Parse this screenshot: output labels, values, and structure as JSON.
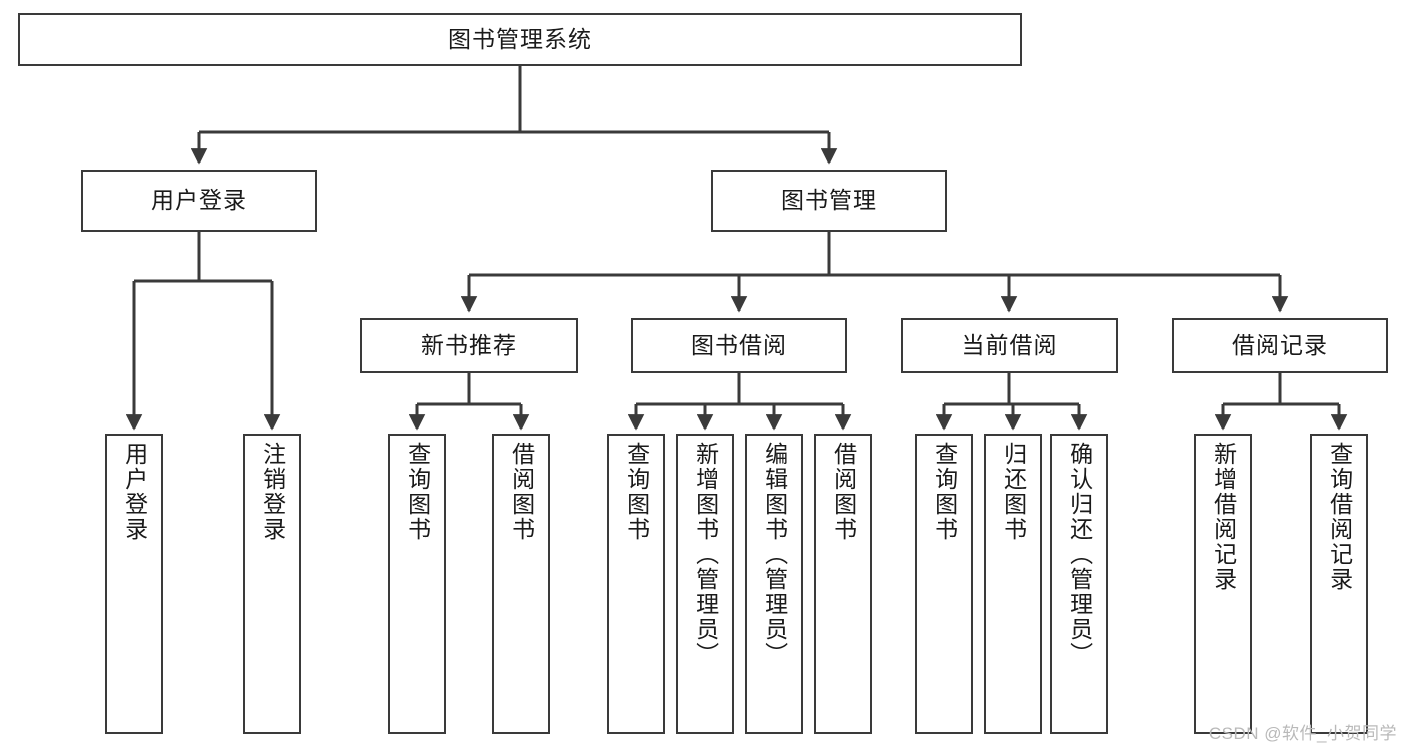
{
  "diagram": {
    "type": "tree-hierarchy-chart",
    "title": "图书管理系统",
    "watermark": "CSDN @软件_小贺同学",
    "colors": {
      "stroke": "#3a3a3a",
      "fill": "#ffffff",
      "text": "#1a1a1a",
      "watermark": "#b9b9b9"
    },
    "levels": [
      {
        "level": 1,
        "nodes": [
          {
            "id": "root",
            "label": "图书管理系统",
            "orientation": "horizontal"
          }
        ]
      },
      {
        "level": 2,
        "nodes": [
          {
            "id": "user-login",
            "label": "用户登录",
            "orientation": "horizontal",
            "parent": "root"
          },
          {
            "id": "book-manage",
            "label": "图书管理",
            "orientation": "horizontal",
            "parent": "root"
          }
        ]
      },
      {
        "level": 3,
        "nodes": [
          {
            "id": "new-book-recommend",
            "label": "新书推荐",
            "orientation": "horizontal",
            "parent": "book-manage"
          },
          {
            "id": "book-borrow",
            "label": "图书借阅",
            "orientation": "horizontal",
            "parent": "book-manage"
          },
          {
            "id": "current-borrow",
            "label": "当前借阅",
            "orientation": "horizontal",
            "parent": "book-manage"
          },
          {
            "id": "borrow-record",
            "label": "借阅记录",
            "orientation": "horizontal",
            "parent": "book-manage"
          }
        ]
      },
      {
        "level": 4,
        "nodes": [
          {
            "id": "leaf-user-login",
            "label": "用户登录",
            "orientation": "vertical",
            "parent": "user-login"
          },
          {
            "id": "leaf-logout-login",
            "label": "注销登录",
            "orientation": "vertical",
            "parent": "user-login"
          },
          {
            "id": "leaf-query-book-1",
            "label": "查询图书",
            "orientation": "vertical",
            "parent": "new-book-recommend"
          },
          {
            "id": "leaf-borrow-book-1",
            "label": "借阅图书",
            "orientation": "vertical",
            "parent": "new-book-recommend"
          },
          {
            "id": "leaf-query-book-2",
            "label": "查询图书",
            "orientation": "vertical",
            "parent": "book-borrow"
          },
          {
            "id": "leaf-add-book",
            "label": "新增图书（管理员）",
            "orientation": "vertical",
            "parent": "book-borrow"
          },
          {
            "id": "leaf-edit-book",
            "label": "编辑图书（管理员）",
            "orientation": "vertical",
            "parent": "book-borrow"
          },
          {
            "id": "leaf-borrow-book-2",
            "label": "借阅图书",
            "orientation": "vertical",
            "parent": "book-borrow"
          },
          {
            "id": "leaf-query-book-3",
            "label": "查询图书",
            "orientation": "vertical",
            "parent": "current-borrow"
          },
          {
            "id": "leaf-return-book",
            "label": "归还图书",
            "orientation": "vertical",
            "parent": "current-borrow"
          },
          {
            "id": "leaf-confirm-return",
            "label": "确认归还（管理员）",
            "orientation": "vertical",
            "parent": "current-borrow"
          },
          {
            "id": "leaf-add-record",
            "label": "新增借阅记录",
            "orientation": "vertical",
            "parent": "borrow-record"
          },
          {
            "id": "leaf-query-record",
            "label": "查询借阅记录",
            "orientation": "vertical",
            "parent": "borrow-record"
          }
        ]
      }
    ]
  }
}
